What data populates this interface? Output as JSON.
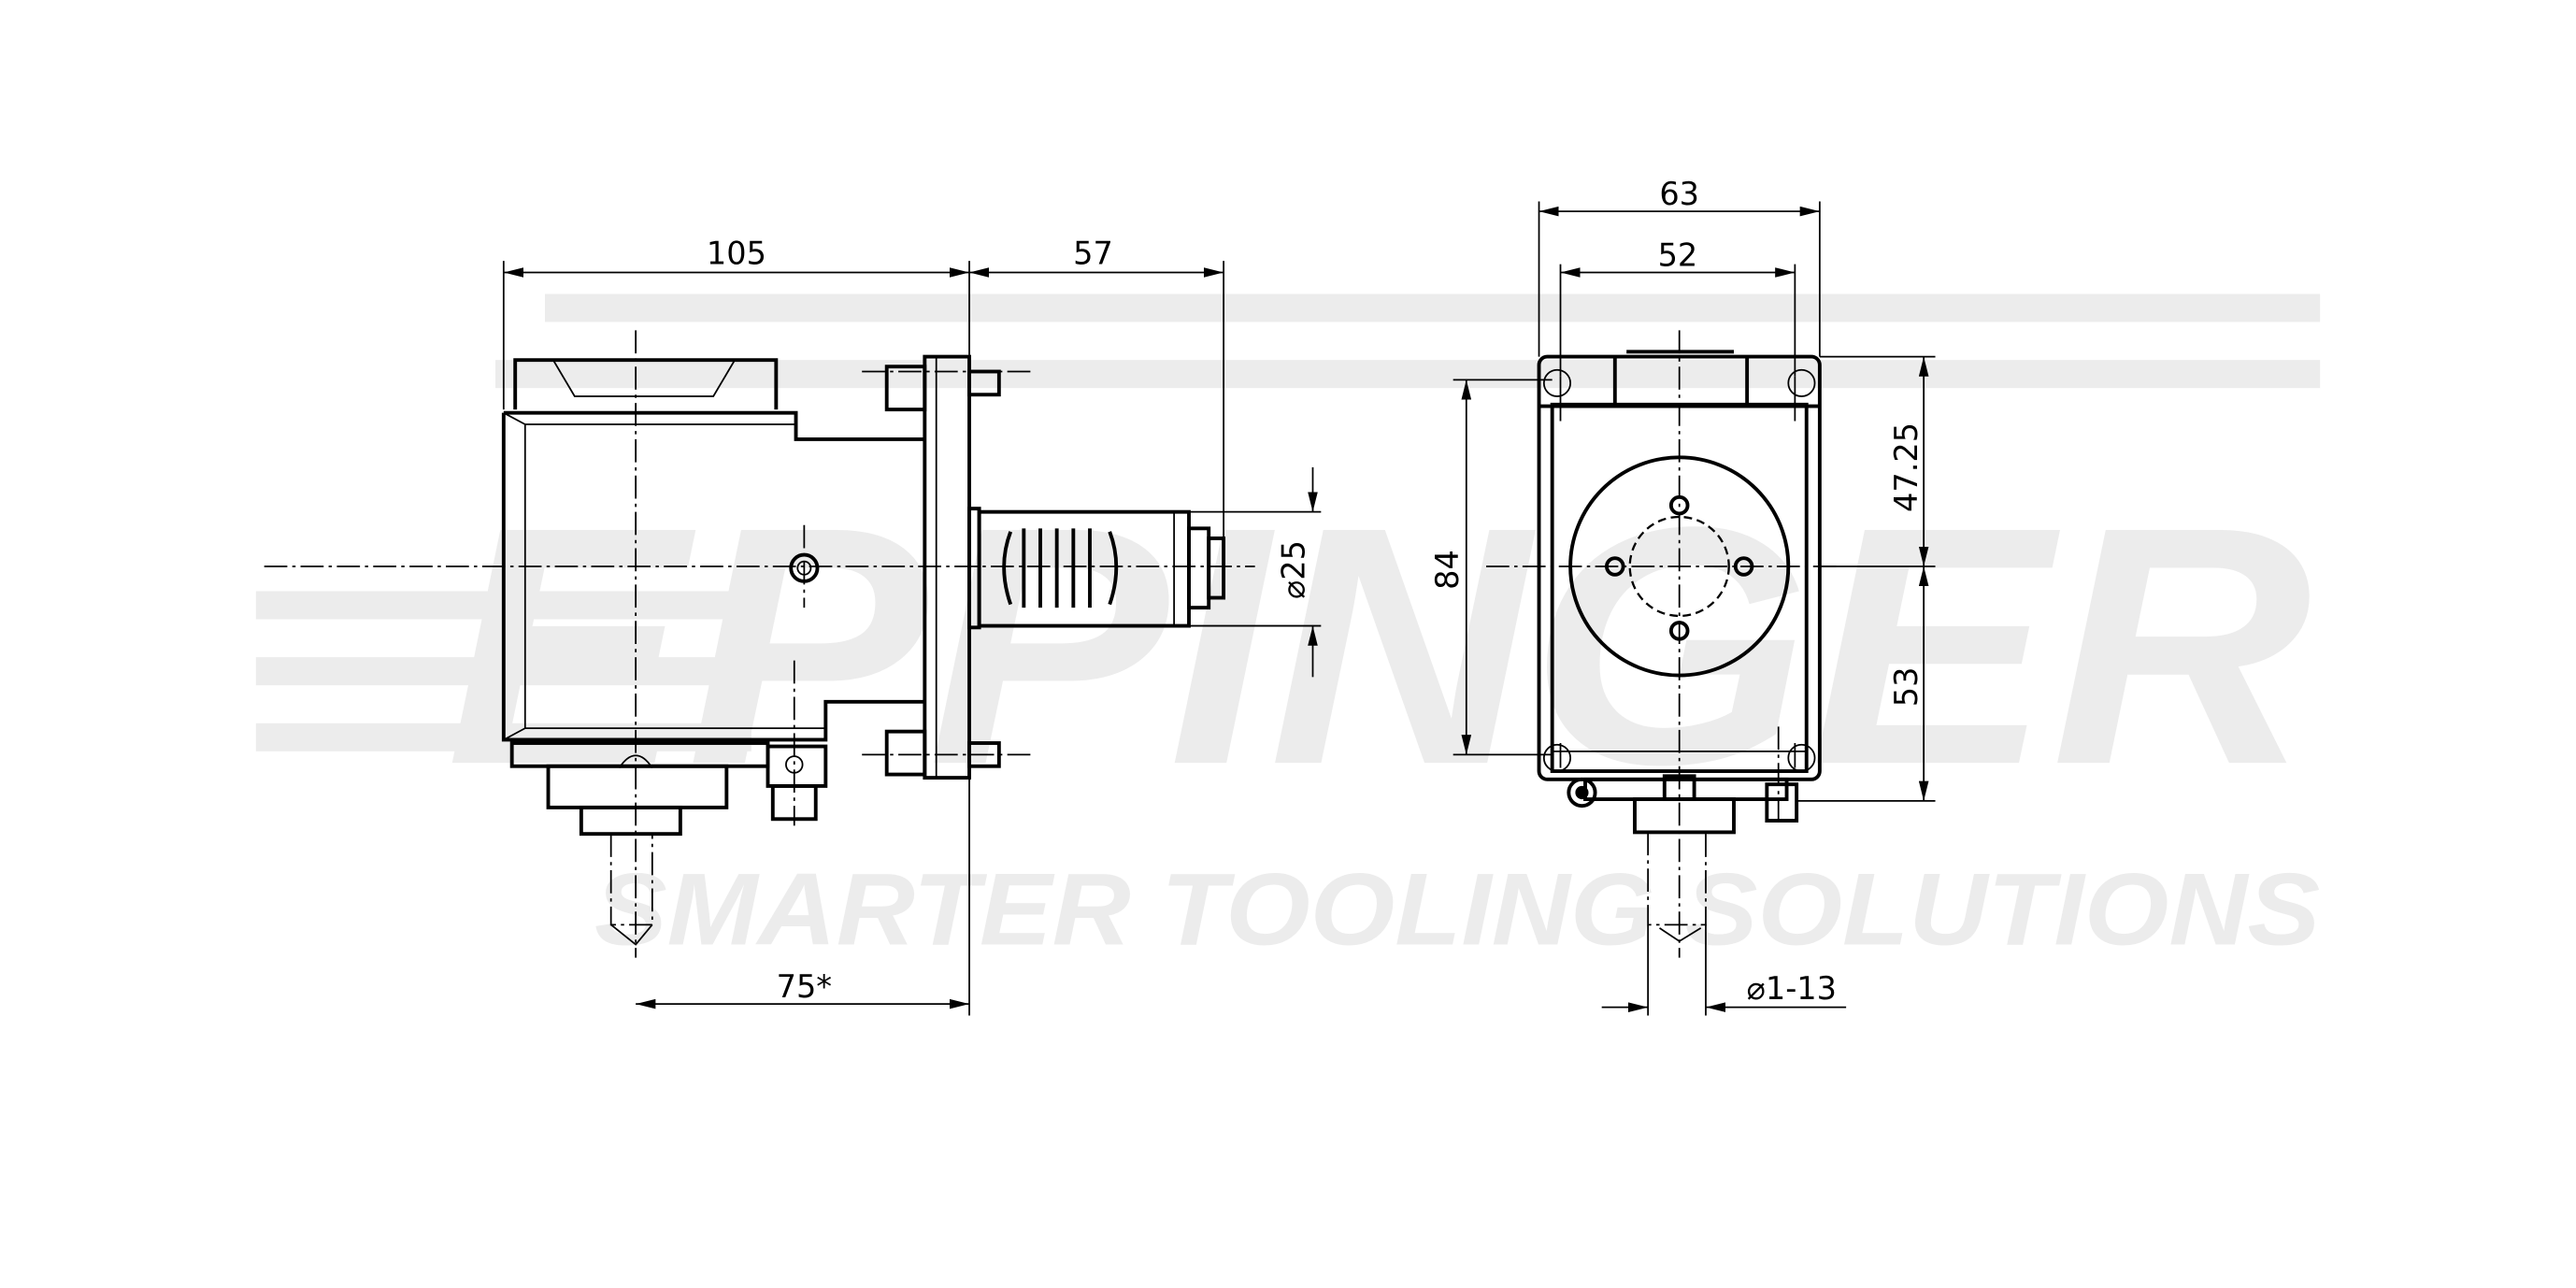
{
  "watermark": {
    "brand": "EPPINGER",
    "tagline": "SMARTER TOOLING SOLUTIONS",
    "color": "#ececec"
  },
  "side_view": {
    "dim_length": "105",
    "dim_shank": "57",
    "dim_shank_diameter": "⌀25",
    "dim_tool_offset": "75*"
  },
  "front_view": {
    "dim_width_outer": "63",
    "dim_width_inner": "52",
    "dim_height": "84",
    "dim_top_to_center": "47.25",
    "dim_center_to_bottom": "53",
    "dim_collet_range": "⌀1-13"
  }
}
